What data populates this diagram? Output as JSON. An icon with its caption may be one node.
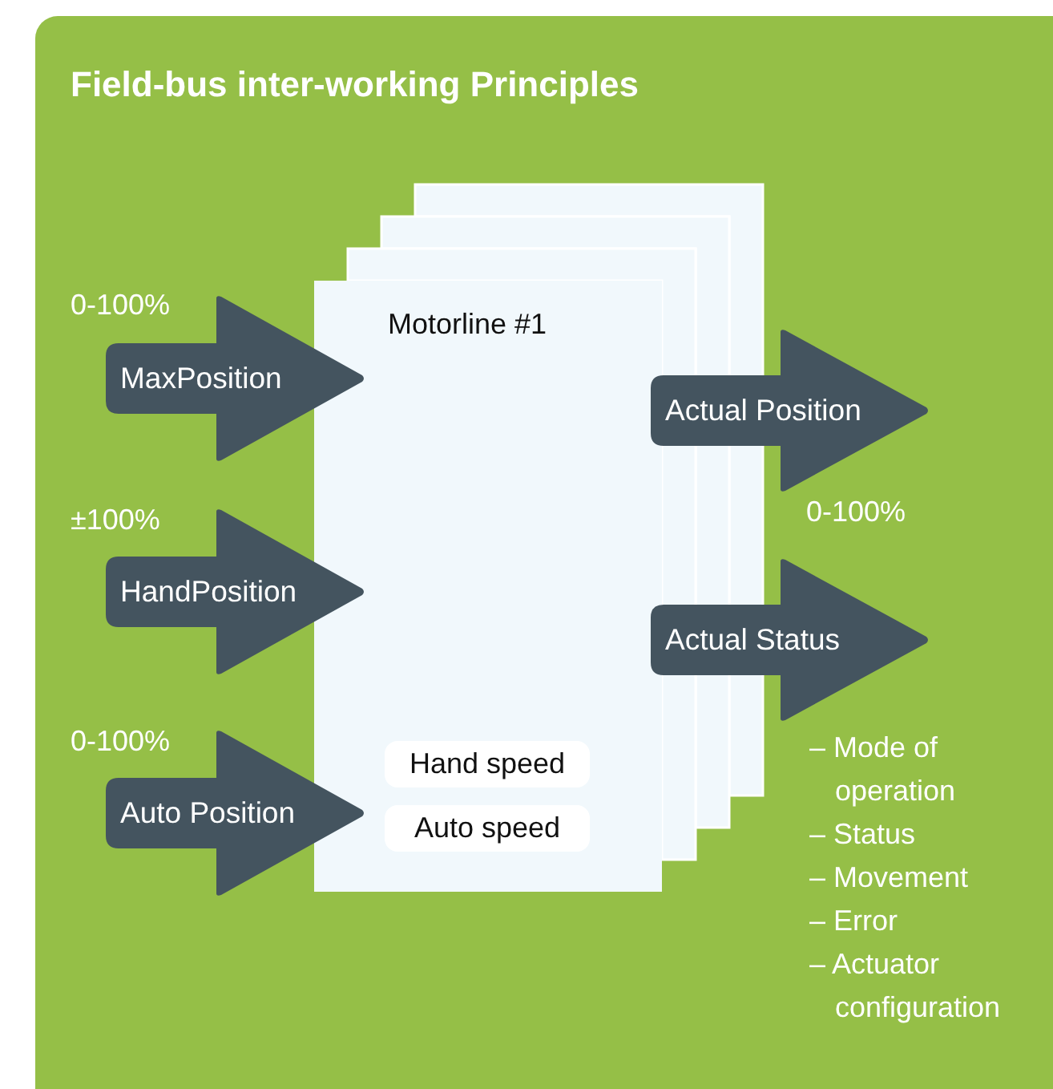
{
  "diagram": {
    "title": "Field-bus inter-working Principles",
    "nodes": [
      {
        "text": [
          "Motorline #1"
        ]
      },
      {
        "text": [
          "Hand speed"
        ],
        "in": 0
      },
      {
        "text": [
          "Auto speed"
        ],
        "in": 0
      },
      {
        "text": [
          "MaxPosition"
        ],
        "beside": [
          "0-100%"
        ]
      },
      {
        "text": [
          "HandPosition"
        ],
        "beside": [
          "±100%"
        ]
      },
      {
        "text": [
          "Auto Position"
        ],
        "beside": [
          "0-100%"
        ]
      },
      {
        "text": [
          "Actual Position"
        ],
        "beside": [
          "0-100%"
        ]
      },
      {
        "text": [
          "Actual Status"
        ],
        "beside": [
          "– Mode of operation",
          "– Status",
          "– Movement",
          "– Error",
          "– Actuator configuration"
        ]
      }
    ]
  }
}
